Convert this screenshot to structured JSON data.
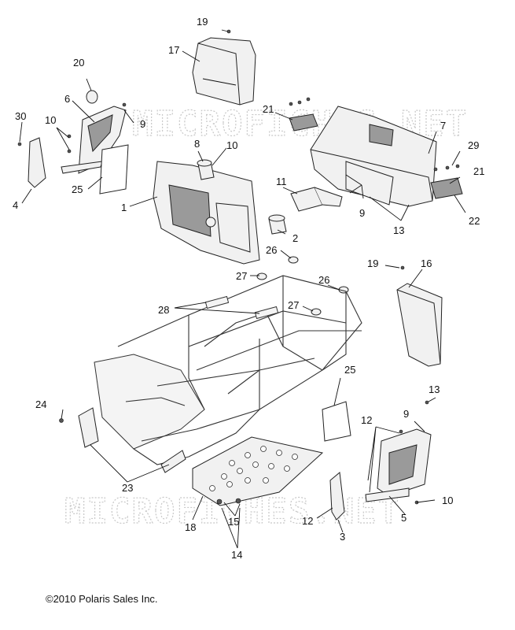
{
  "watermark": "MICROFICHES.NET",
  "copyright": "©2010 Polaris Sales Inc.",
  "callouts": {
    "c1": "1",
    "c2": "2",
    "c3": "3",
    "c4": "4",
    "c5": "5",
    "c6": "6",
    "c7": "7",
    "c8": "8",
    "c9a": "9",
    "c9b": "9",
    "c9c": "9",
    "c10a": "10",
    "c10b": "10",
    "c10c": "10",
    "c11": "11",
    "c12a": "12",
    "c12b": "12",
    "c13a": "13",
    "c13b": "13",
    "c14": "14",
    "c15": "15",
    "c16": "16",
    "c17": "17",
    "c18": "18",
    "c19a": "19",
    "c19b": "19",
    "c20": "20",
    "c21a": "21",
    "c21b": "21",
    "c22": "22",
    "c23": "23",
    "c24": "24",
    "c25a": "25",
    "c25b": "25",
    "c26a": "26",
    "c26b": "26",
    "c27a": "27",
    "c27b": "27",
    "c28": "28",
    "c29": "29",
    "c30": "30"
  }
}
